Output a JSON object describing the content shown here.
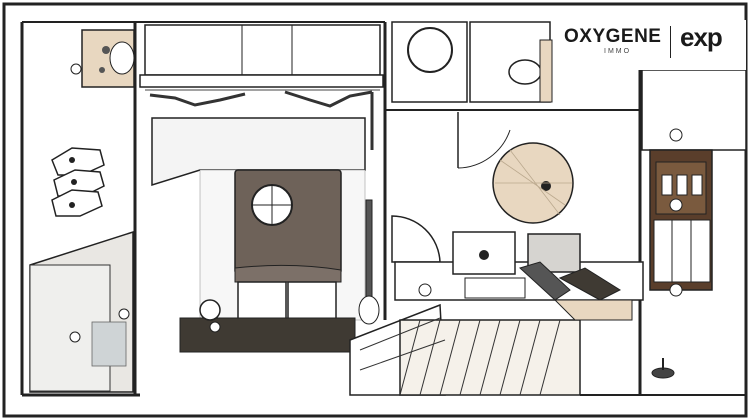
{
  "brand": {
    "name": "OXYGENE",
    "subtitle": "IMMO",
    "partner": "exp"
  },
  "colors": {
    "wall": "#222222",
    "floor_light": "#ffffff",
    "floor_grey": "#eeeeee",
    "bed_cover": "#6e6259",
    "dark_wood": "#3f3a33",
    "light_wood": "#e8d7c0",
    "window_frame": "#5a3e2b",
    "appliance": "#d6d4d0"
  },
  "icons": [
    "round-table-icon",
    "wardrobe-icon",
    "bed-icon",
    "staircase-icon",
    "shoe-rack-icon",
    "toilet-icon",
    "sink-icon",
    "kitchen-icon",
    "window-icon",
    "door-icon"
  ]
}
